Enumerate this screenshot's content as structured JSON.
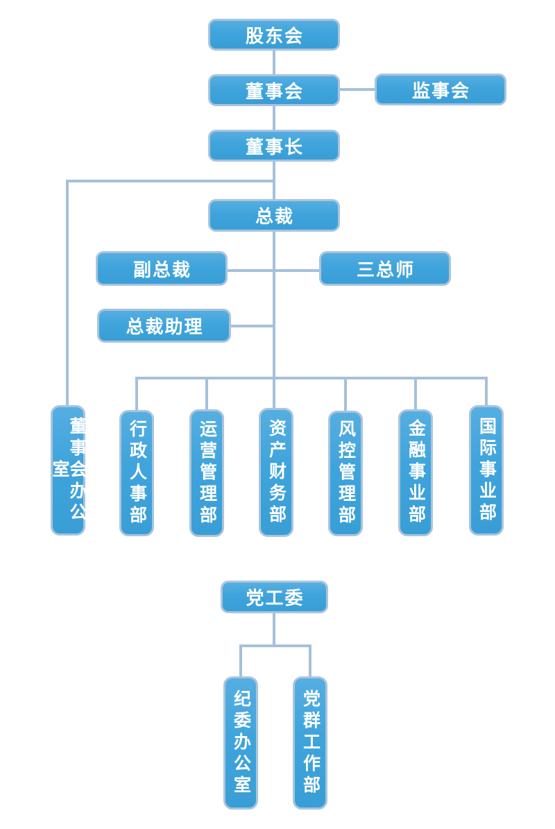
{
  "diagram": {
    "type": "org-chart",
    "background": "#FFFFFF",
    "colors": {
      "node_fill": "#3FA4DB",
      "node_border": "#A9C4DE",
      "connector": "#A6C0DB",
      "node_text": "#FFFFFF"
    }
  },
  "nodes": {
    "shareholders": {
      "label": "股东会"
    },
    "board": {
      "label": "董事会"
    },
    "supervisory": {
      "label": "监事会"
    },
    "chairman": {
      "label": "董事长"
    },
    "president": {
      "label": "总裁"
    },
    "vice_president": {
      "label": "副总裁"
    },
    "three_chiefs": {
      "label": "三总师"
    },
    "president_assistant": {
      "label": "总裁助理"
    },
    "board_office": {
      "label": "董事会办公室"
    },
    "admin_hr": {
      "label": "行政人事部"
    },
    "operations": {
      "label": "运营管理部"
    },
    "asset_finance": {
      "label": "资产财务部"
    },
    "risk_control": {
      "label": "风控管理部"
    },
    "financial_business": {
      "label": "金融事业部"
    },
    "international_business": {
      "label": "国际事业部"
    },
    "party_committee": {
      "label": "党工委"
    },
    "discipline_office": {
      "label": "纪委办公室"
    },
    "party_mass_work": {
      "label": "党群工作部"
    }
  },
  "edges": [
    {
      "from": "股东会",
      "to": "董事会"
    },
    {
      "from": "董事会",
      "to": "监事会"
    },
    {
      "from": "董事会",
      "to": "董事长"
    },
    {
      "from": "董事长",
      "to": "总裁"
    },
    {
      "from": "董事长",
      "to": "董事会办公室"
    },
    {
      "from": "总裁",
      "to": "副总裁"
    },
    {
      "from": "总裁",
      "to": "三总师"
    },
    {
      "from": "总裁",
      "to": "总裁助理"
    },
    {
      "from": "总裁",
      "to": "行政人事部"
    },
    {
      "from": "总裁",
      "to": "运营管理部"
    },
    {
      "from": "总裁",
      "to": "资产财务部"
    },
    {
      "from": "总裁",
      "to": "风控管理部"
    },
    {
      "from": "总裁",
      "to": "金融事业部"
    },
    {
      "from": "总裁",
      "to": "国际事业部"
    },
    {
      "from": "党工委",
      "to": "纪委办公室"
    },
    {
      "from": "党工委",
      "to": "党群工作部"
    }
  ]
}
